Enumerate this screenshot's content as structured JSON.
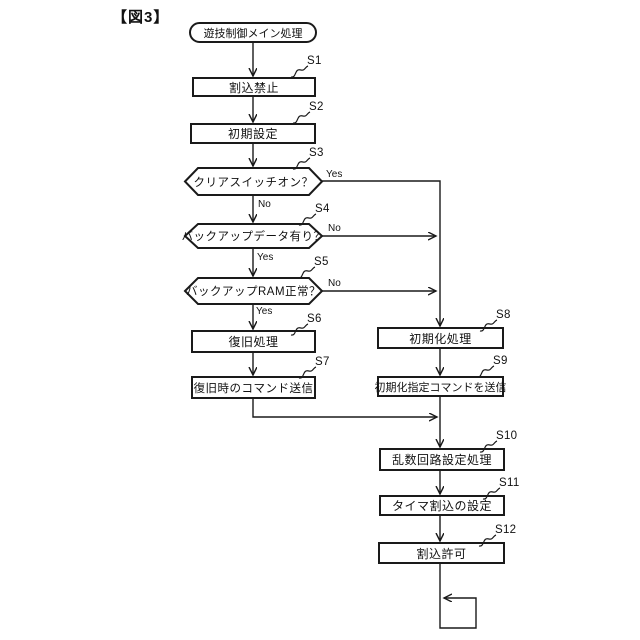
{
  "figure": {
    "label": "【図3】"
  },
  "flowchart": {
    "start": {
      "label": "遊技制御メイン処理"
    },
    "steps": [
      {
        "id": "S1",
        "label": "割込禁止",
        "type": "process"
      },
      {
        "id": "S2",
        "label": "初期設定",
        "type": "process"
      },
      {
        "id": "S3",
        "label": "クリアスイッチオン？",
        "type": "decision",
        "yes": "Yes",
        "no": "No"
      },
      {
        "id": "S4",
        "label": "バックアップデータ有り？",
        "type": "decision",
        "yes": "Yes",
        "no": "No"
      },
      {
        "id": "S5",
        "label": "バックアップRAM正常？",
        "type": "decision",
        "yes": "Yes",
        "no": "No"
      },
      {
        "id": "S6",
        "label": "復旧処理",
        "type": "process"
      },
      {
        "id": "S7",
        "label": "復旧時のコマンド送信",
        "type": "process"
      },
      {
        "id": "S8",
        "label": "初期化処理",
        "type": "process"
      },
      {
        "id": "S9",
        "label": "初期化指定コマンドを送信",
        "type": "process"
      },
      {
        "id": "S10",
        "label": "乱数回路設定処理",
        "type": "process"
      },
      {
        "id": "S11",
        "label": "タイマ割込の設定",
        "type": "process"
      },
      {
        "id": "S12",
        "label": "割込許可",
        "type": "process"
      }
    ],
    "colors": {
      "line": "#1a1a1a",
      "background": "#ffffff"
    }
  }
}
